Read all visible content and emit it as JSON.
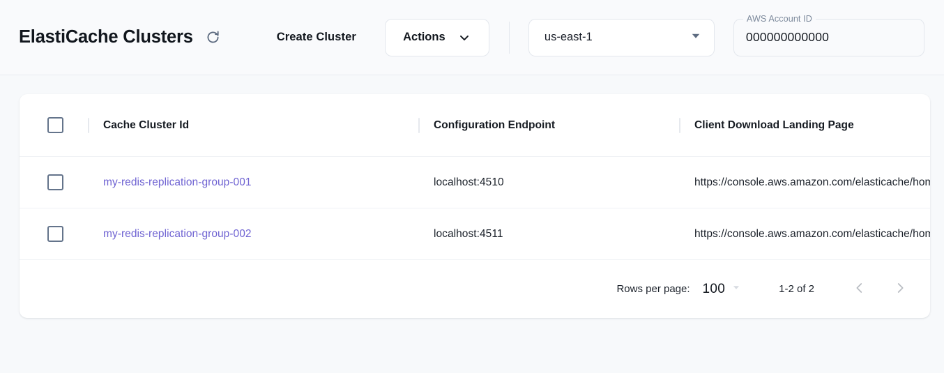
{
  "header": {
    "title": "ElastiCache Clusters",
    "refresh_icon": "refresh-icon",
    "create_cluster_label": "Create Cluster",
    "actions_label": "Actions",
    "actions_chevron_icon": "chevron-down-icon",
    "region": {
      "value": "us-east-1",
      "caret_icon": "triangle-down-icon"
    },
    "account": {
      "label": "AWS Account ID",
      "value": "000000000000"
    }
  },
  "table": {
    "columns": [
      "Cache Cluster Id",
      "Configuration Endpoint",
      "Client Download Landing Page"
    ],
    "rows": [
      {
        "cluster_id": "my-redis-replication-group-001",
        "endpoint": "localhost:4510",
        "landing_page": "https://console.aws.amazon.com/elasticache/home"
      },
      {
        "cluster_id": "my-redis-replication-group-002",
        "endpoint": "localhost:4511",
        "landing_page": "https://console.aws.amazon.com/elasticache/home"
      }
    ]
  },
  "pagination": {
    "rows_per_page_label": "Rows per page:",
    "rows_per_page_value": "100",
    "range_label": "1-2 of 2",
    "prev_icon": "chevron-left-icon",
    "next_icon": "chevron-right-icon"
  },
  "colors": {
    "page_background": "#f7f9fb",
    "card_background": "#ffffff",
    "link": "#6f63d2",
    "text_primary": "#13181f",
    "muted": "#7d8a9c",
    "border": "#e3e7ed",
    "checkbox_border": "#64748b"
  }
}
